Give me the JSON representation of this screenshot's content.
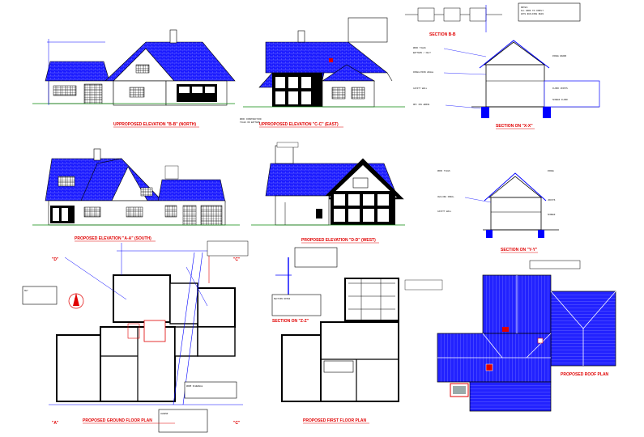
{
  "drawing": {
    "labels": {
      "north": "UPPROPOSED ELEVATION \"B-B\" (NORTH)",
      "east": "UPPROPOSED ELEVATION \"C-C\" (EAST)",
      "south": "PROPOSED ELEVATION \"A-A\" (SOUTH)",
      "west": "PROPOSED ELEVATION \"D-D\" (WEST)",
      "ground": "PROPOSED GROUND FLOOR PLAN",
      "first": "PROPOSED FIRST FLOOR PLAN",
      "roof": "PROPOSED ROOF PLAN",
      "section_xx": "SECTION ON \"X-X\"",
      "section_yy": "SECTION ON \"Y-Y\"",
      "section_zz": "SECTION ON \"Z-Z\"",
      "section_bb": "SECTION B-B",
      "north_mark": "N"
    },
    "colors": {
      "roof": "#1a1aff",
      "line": "#000000",
      "accent": "#e00000",
      "blue_line": "#0000ff"
    }
  }
}
